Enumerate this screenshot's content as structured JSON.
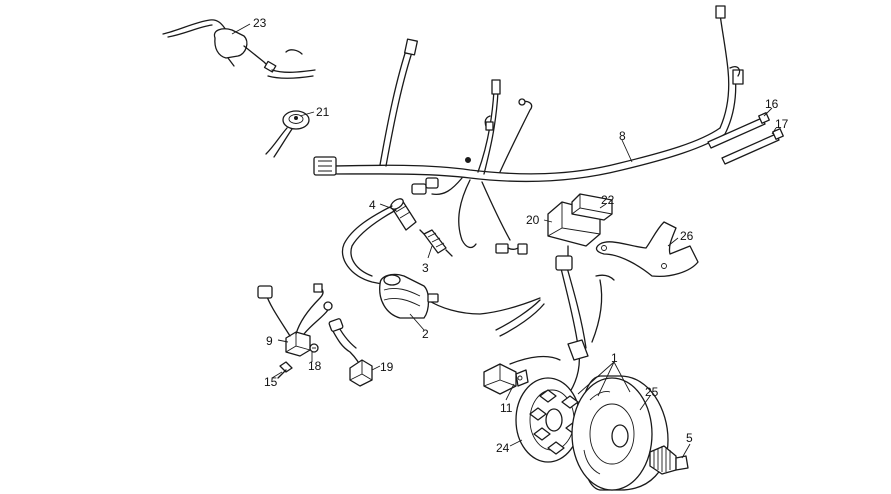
{
  "callouts": [
    {
      "id": "c23",
      "label": "23"
    },
    {
      "id": "c21",
      "label": "21"
    },
    {
      "id": "c8",
      "label": "8"
    },
    {
      "id": "c16",
      "label": "16"
    },
    {
      "id": "c17",
      "label": "17"
    },
    {
      "id": "c4",
      "label": "4"
    },
    {
      "id": "c3",
      "label": "3"
    },
    {
      "id": "c20",
      "label": "20"
    },
    {
      "id": "c22",
      "label": "22"
    },
    {
      "id": "c26",
      "label": "26"
    },
    {
      "id": "c9",
      "label": "9"
    },
    {
      "id": "c18",
      "label": "18"
    },
    {
      "id": "c15",
      "label": "15"
    },
    {
      "id": "c19",
      "label": "19"
    },
    {
      "id": "c2",
      "label": "2"
    },
    {
      "id": "c1",
      "label": "1"
    },
    {
      "id": "c11",
      "label": "11"
    },
    {
      "id": "c25",
      "label": "25"
    },
    {
      "id": "c24",
      "label": "24"
    },
    {
      "id": "c5",
      "label": "5"
    }
  ]
}
